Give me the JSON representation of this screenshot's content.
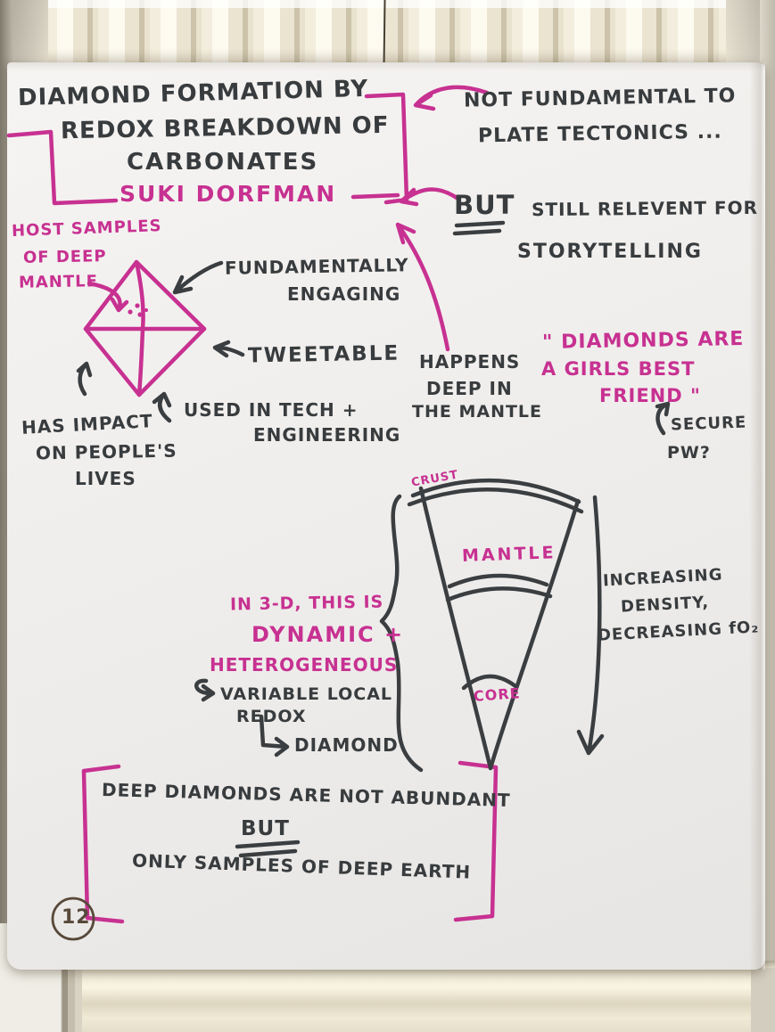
{
  "colors": {
    "marker_pink": "#c73191",
    "marker_black": "#3a3e41",
    "pen_brown": "#57493a"
  },
  "header": {
    "title_line1": "DIAMOND FORMATION BY",
    "title_line2": "REDOX BREAKDOWN OF",
    "title_line3": "CARBONATES",
    "author": "SUKI DORFMAN"
  },
  "top_right": {
    "line1": "NOT FUNDAMENTAL TO",
    "line2": "PLATE TECTONICS ...",
    "but": "BUT",
    "still": "STILL RELEVENT FOR",
    "storytelling": "STORYTELLING"
  },
  "diamond_notes": {
    "host_line1": "HOST SAMPLES",
    "host_line2": "OF DEEP",
    "host_line3": "MANTLE",
    "fundamentally": "FUNDAMENTALLY",
    "engaging": "ENGAGING",
    "tweetable": "TWEETABLE",
    "used_in": "USED IN TECH +",
    "engineering": "ENGINEERING",
    "impact_line1": "HAS IMPACT",
    "impact_line2": "ON PEOPLE'S",
    "impact_line3": "LIVES"
  },
  "mantle_note": {
    "line1": "HAPPENS",
    "line2": "DEEP IN",
    "line3": "THE MANTLE"
  },
  "quote": {
    "line1": "\" DIAMONDS ARE",
    "line2": "A GIRLS BEST",
    "line3": "FRIEND \"",
    "secure": "SECURE",
    "pw": "PW?"
  },
  "wedge": {
    "crust": "CRUST",
    "mantle": "MANTLE",
    "core": "CORE",
    "in3d": "IN 3-D, THIS IS",
    "dynamic": "DYNAMIC +",
    "hetero": "HETEROGENEOUS",
    "variable": "VARIABLE LOCAL",
    "redox": "REDOX",
    "diamond_label": "DIAMOND",
    "increasing": "INCREASING",
    "density": "DENSITY,",
    "decreasing": "DECREASING fO₂"
  },
  "footer": {
    "line1": "DEEP DIAMONDS ARE NOT ABUNDANT",
    "but": "BUT",
    "line2": "ONLY SAMPLES OF DEEP EARTH",
    "page_number": "12"
  }
}
